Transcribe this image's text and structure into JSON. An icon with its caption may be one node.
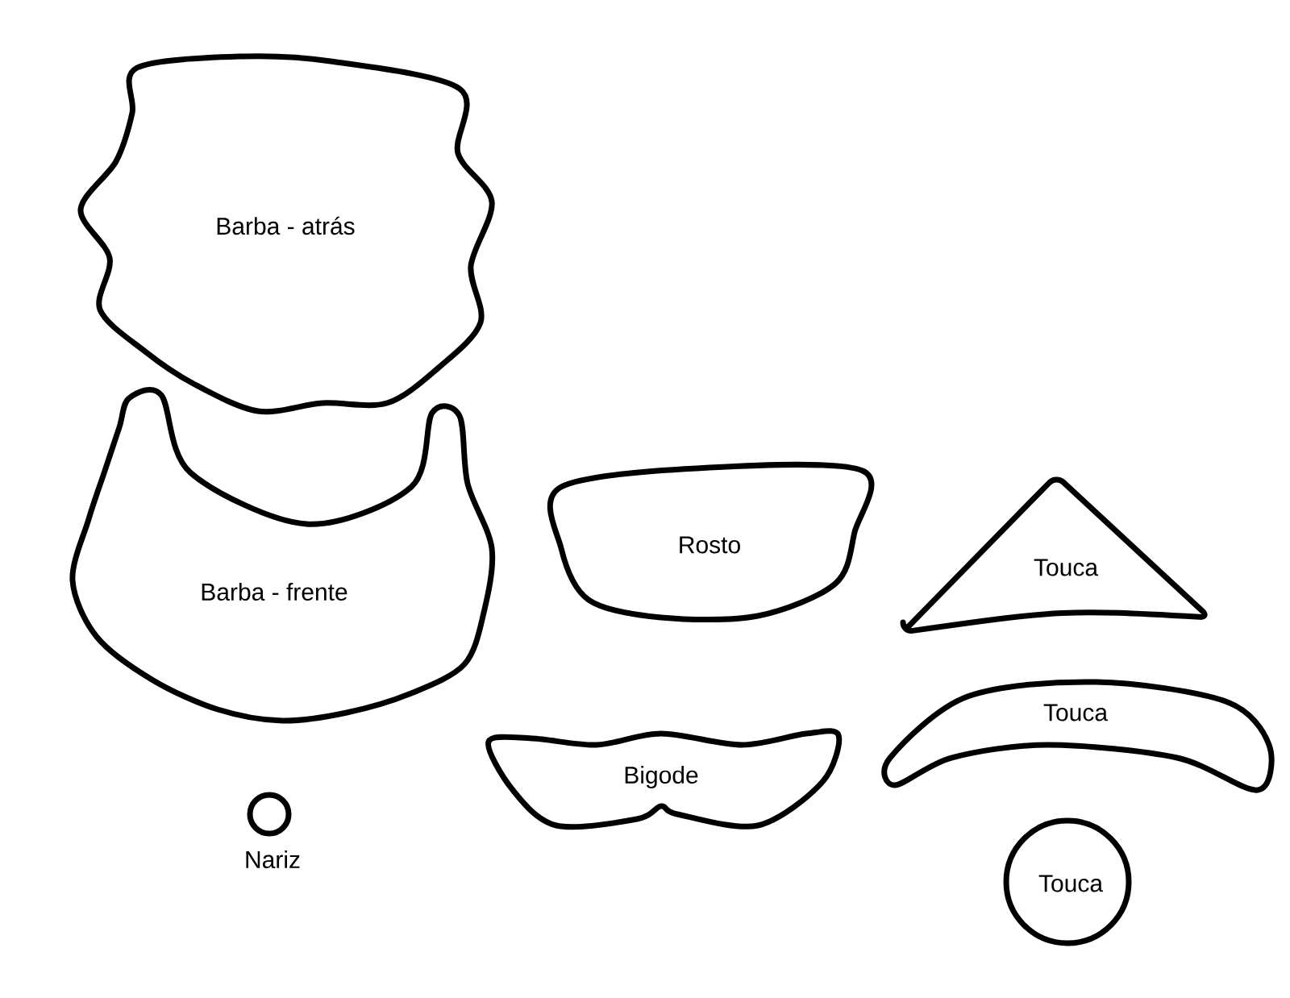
{
  "diagram": {
    "nodes": [
      {
        "text": [
          "Barba - atrás"
        ]
      },
      {
        "text": [
          "Barba - frente"
        ]
      },
      {
        "text": [
          "Rosto"
        ]
      },
      {
        "text": [
          "Touca"
        ]
      },
      {
        "text": [
          "Touca"
        ]
      },
      {
        "text": [
          "Bigode"
        ]
      },
      {
        "text": [
          "Touca"
        ]
      },
      {
        "text": [
          "Nariz"
        ]
      }
    ]
  }
}
